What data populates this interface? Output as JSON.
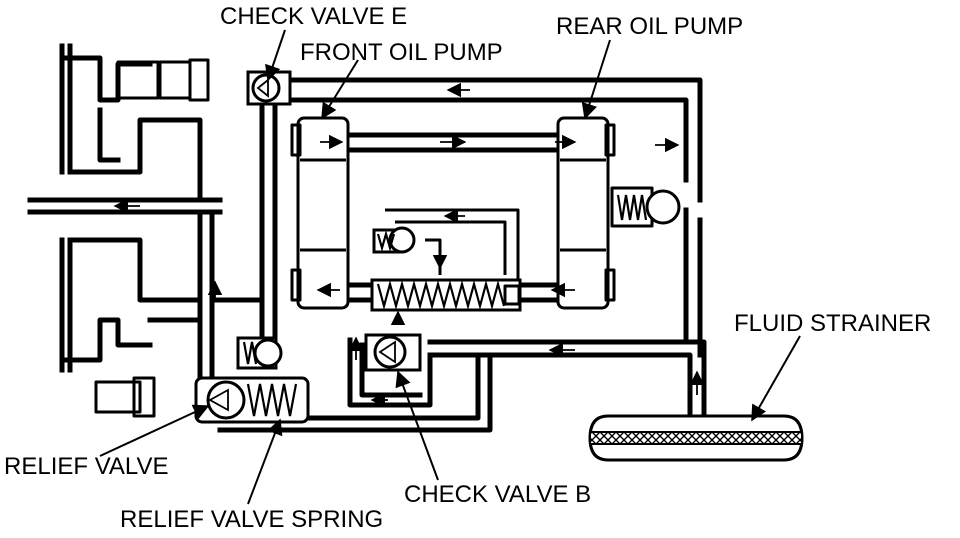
{
  "labels": {
    "check_valve_e": "CHECK VALVE E",
    "front_oil_pump": "FRONT OIL PUMP",
    "rear_oil_pump": "REAR OIL PUMP",
    "fluid_strainer": "FLUID STRAINER",
    "relief_valve": "RELIEF VALVE",
    "check_valve_b": "CHECK VALVE B",
    "relief_valve_spring": "RELIEF VALVE SPRING"
  }
}
